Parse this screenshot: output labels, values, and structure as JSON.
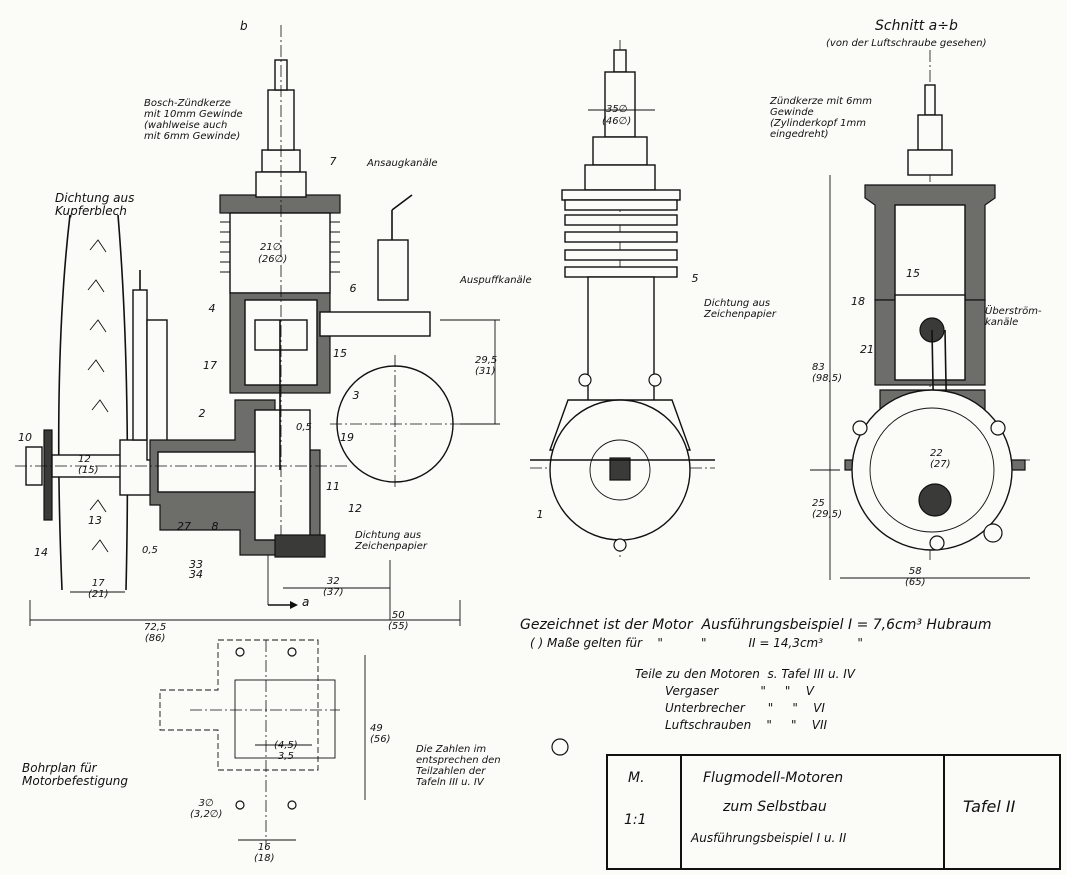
{
  "drawing": {
    "section_title": "Schnitt a÷b",
    "section_subtitle": "(von der Luftschraube gesehen)",
    "label_b": "b",
    "label_a": "a",
    "label_a_arrow": "→ a",
    "bosch_note": "Bosch-Zündkerze\nmit 10mm Gewinde\n(wahlweise auch\nmit 6mm Gewinde)",
    "dichtung_kupfer": "Dichtung aus\nKupferblech",
    "ansaugkanale": "Ansaugkanäle",
    "auspuffkanale": "Auspuffkanäle",
    "dichtung_zeichen_mid": "Dichtung aus\nZeichenpapier",
    "dichtung_zeichen_left": "Dichtung aus\nZeichenpapier",
    "zuendkerze_6mm": "Zündkerze mit 6mm\nGewinde\n(Zylinderkopf 1mm\neingedreht)",
    "ueberstrom": "Überström-\nkanäle",
    "bohrplan": "Bohrplan für\nMotorbefestigung",
    "zahlen_note": "Die Zahlen im\nentsprechen den\nTeilzahlen der\nTafeln III u. IV",
    "gezeichnet_1": "Gezeichnet ist der Motor  Ausführungsbeispiel I = 7,6cm³ Hubraum",
    "gezeichnet_2": "( ) Maße gelten für    \"          \"           II = 14,3cm³         \"",
    "teile_1": "Teile zu den Motoren  s. Tafel III u. IV",
    "teile_2": "Vergaser           \"     \"    V",
    "teile_3": "Unterbrecher      \"     \"    VI",
    "teile_4": "Luftschrauben    \"     \"    VII"
  },
  "dimensions": {
    "d21": "21∅",
    "d26": "(26∅)",
    "d35": "35∅",
    "d46": "(46∅)",
    "d29_5": "29,5\n(31)",
    "d0_5a": "0,5",
    "d0_5b": "0,5",
    "d17": "17\n(21)",
    "d72_5": "72,5\n(86)",
    "d32": "32\n(37)",
    "d50": "50\n(55)",
    "d83": "83\n(98,5)",
    "d25": "25\n(29,5)",
    "d58": "58\n(65)",
    "d22": "22\n(27)",
    "d45": "(4,5)\n3,5",
    "d49": "49\n(56)",
    "d3": "3∅\n(3,2∅)",
    "d16": "16\n(18)",
    "d12": "12\n(15)"
  },
  "part_numbers": [
    "7",
    "4",
    "17",
    "15",
    "6",
    "3",
    "2",
    "19",
    "11",
    "12",
    "10",
    "13",
    "14",
    "27",
    "8",
    "33\n34",
    "5",
    "1",
    "18",
    "21"
  ],
  "title_block": {
    "scale_label": "M.",
    "scale_value": "1:1",
    "title_line1": "Flugmodell-Motoren",
    "title_line2": "zum Selbstbau",
    "title_line3": "Ausführungsbeispiel I u. II",
    "sheet": "Tafel II"
  }
}
